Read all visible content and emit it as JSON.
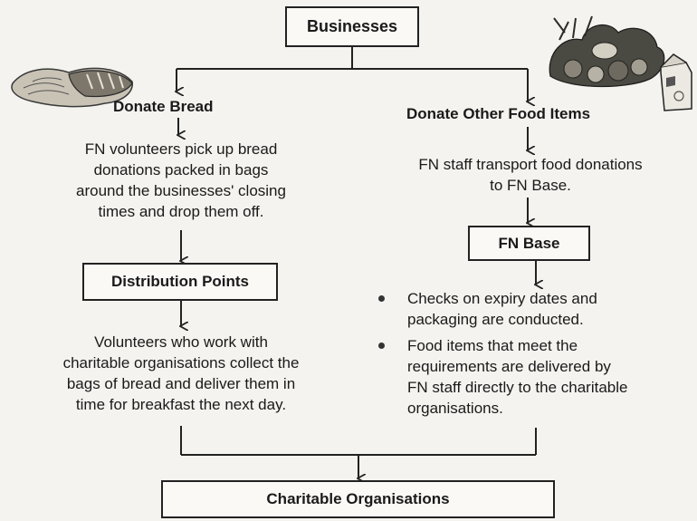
{
  "nodes": {
    "businesses": "Businesses",
    "donate_bread": "Donate Bread",
    "donate_other": "Donate Other Food Items",
    "fn_volunteers_text": [
      "FN volunteers pick up bread",
      "donations packed in bags",
      "around the businesses' closing",
      "times and drop them off."
    ],
    "fn_staff_text": [
      "FN staff transport food donations",
      "to FN Base."
    ],
    "distribution_points": "Distribution Points",
    "fn_base": "FN Base",
    "volunteers_text": [
      "Volunteers who work with",
      "charitable organisations collect the",
      "bags of bread and deliver them in",
      "time for breakfast the next day."
    ],
    "base_bullets": [
      [
        "Checks on expiry dates and",
        "packaging are conducted."
      ],
      [
        "Food items that meet the",
        "requirements are delivered by",
        "FN staff directly to the charitable",
        "organisations."
      ]
    ],
    "charitable_organisations": "Charitable Organisations"
  },
  "illustrations": {
    "left": "bread-illustration",
    "right": "vegetables-and-milk-carton-illustration"
  }
}
